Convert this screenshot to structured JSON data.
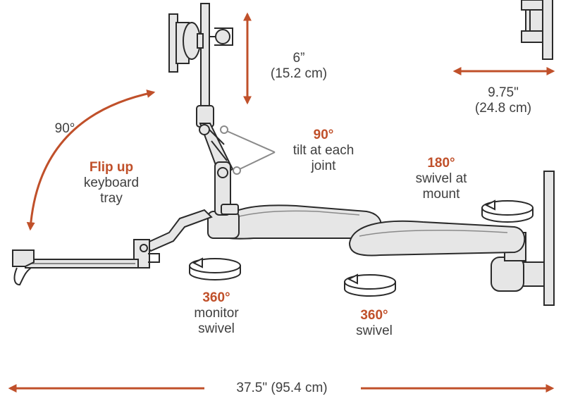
{
  "colors": {
    "accent": "#c0502a",
    "line": "#2a2a2a",
    "metal": "#e6e6e6",
    "text": "#3f3f3f"
  },
  "labels": {
    "height_adjust": {
      "line1": "6”",
      "line2": "(15.2 cm)"
    },
    "mount_depth": {
      "line1": "9.75\"",
      "line2": "(24.8 cm)"
    },
    "flip_angle": "90°",
    "tilt": {
      "degree": "90°",
      "line1": "tilt at each",
      "line2": "joint"
    },
    "keyboard": {
      "title": "Flip up",
      "line1": "keyboard",
      "line2": "tray"
    },
    "mount_swivel": {
      "degree": "180°",
      "line1": "swivel at",
      "line2": "mount"
    },
    "monitor_swivel": {
      "degree": "360°",
      "line1": "monitor",
      "line2": "swivel"
    },
    "arm_swivel": {
      "degree": "360°",
      "line1": "swivel"
    },
    "total_length": "37.5\" (95.4 cm)"
  },
  "icons": [
    "rotate-arrow-icon",
    "double-arrow-icon",
    "curved-arrow-icon"
  ]
}
